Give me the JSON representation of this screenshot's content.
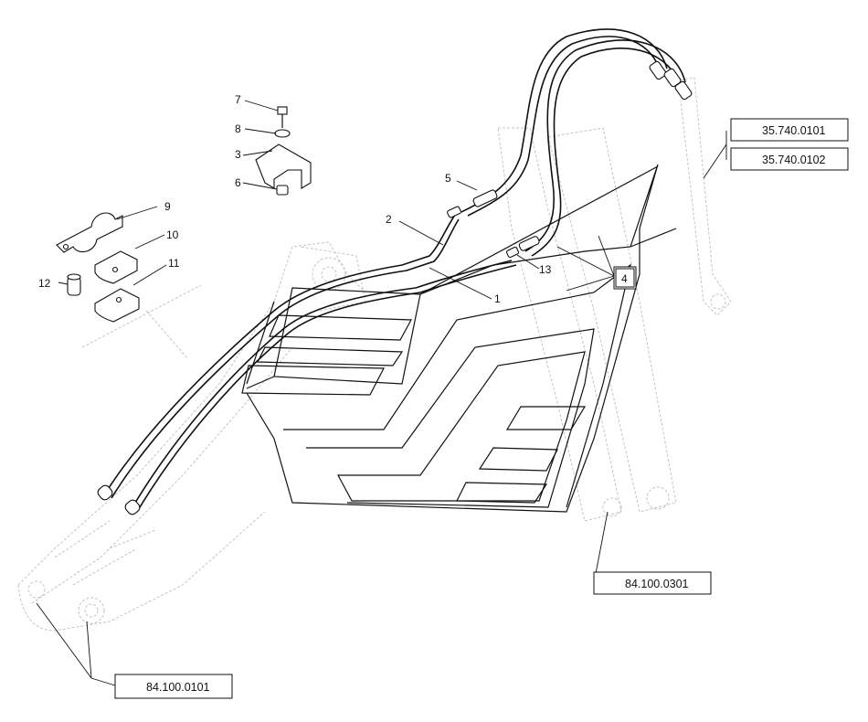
{
  "callouts": {
    "n1": "1",
    "n2": "2",
    "n3": "3",
    "n4": "4",
    "n5": "5",
    "n6": "6",
    "n7": "7",
    "n8": "8",
    "n9": "9",
    "n10": "10",
    "n11": "11",
    "n12": "12",
    "n13": "13"
  },
  "references": {
    "ref_35740_0101": "35.740.0101",
    "ref_35740_0102": "35.740.0102",
    "ref_84100_0301": "84.100.0301",
    "ref_84100_0101": "84.100.0101"
  }
}
